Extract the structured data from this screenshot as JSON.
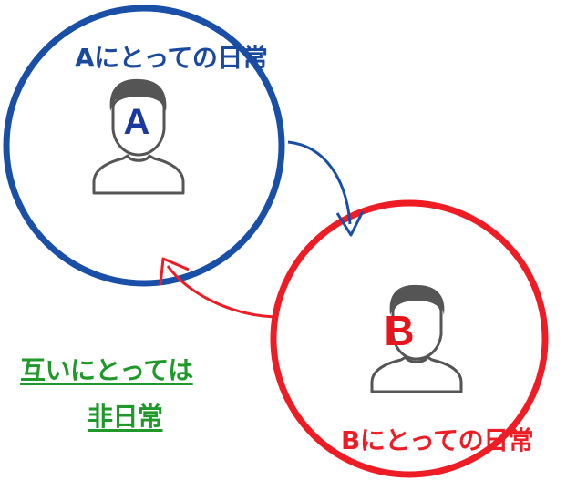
{
  "colors": {
    "person_a": "#1a4fa8",
    "person_b": "#ee1c24",
    "caption": "#1f9a2a",
    "icon": "#555555"
  },
  "person_a": {
    "title": "Aにとっての日常",
    "letter": "A",
    "icon": "person-outline-icon"
  },
  "person_b": {
    "title": "Bにとっての日常",
    "letter": "B",
    "icon": "person-outline-icon"
  },
  "caption": {
    "line1": "互いにとっては",
    "line2": "非日常"
  }
}
